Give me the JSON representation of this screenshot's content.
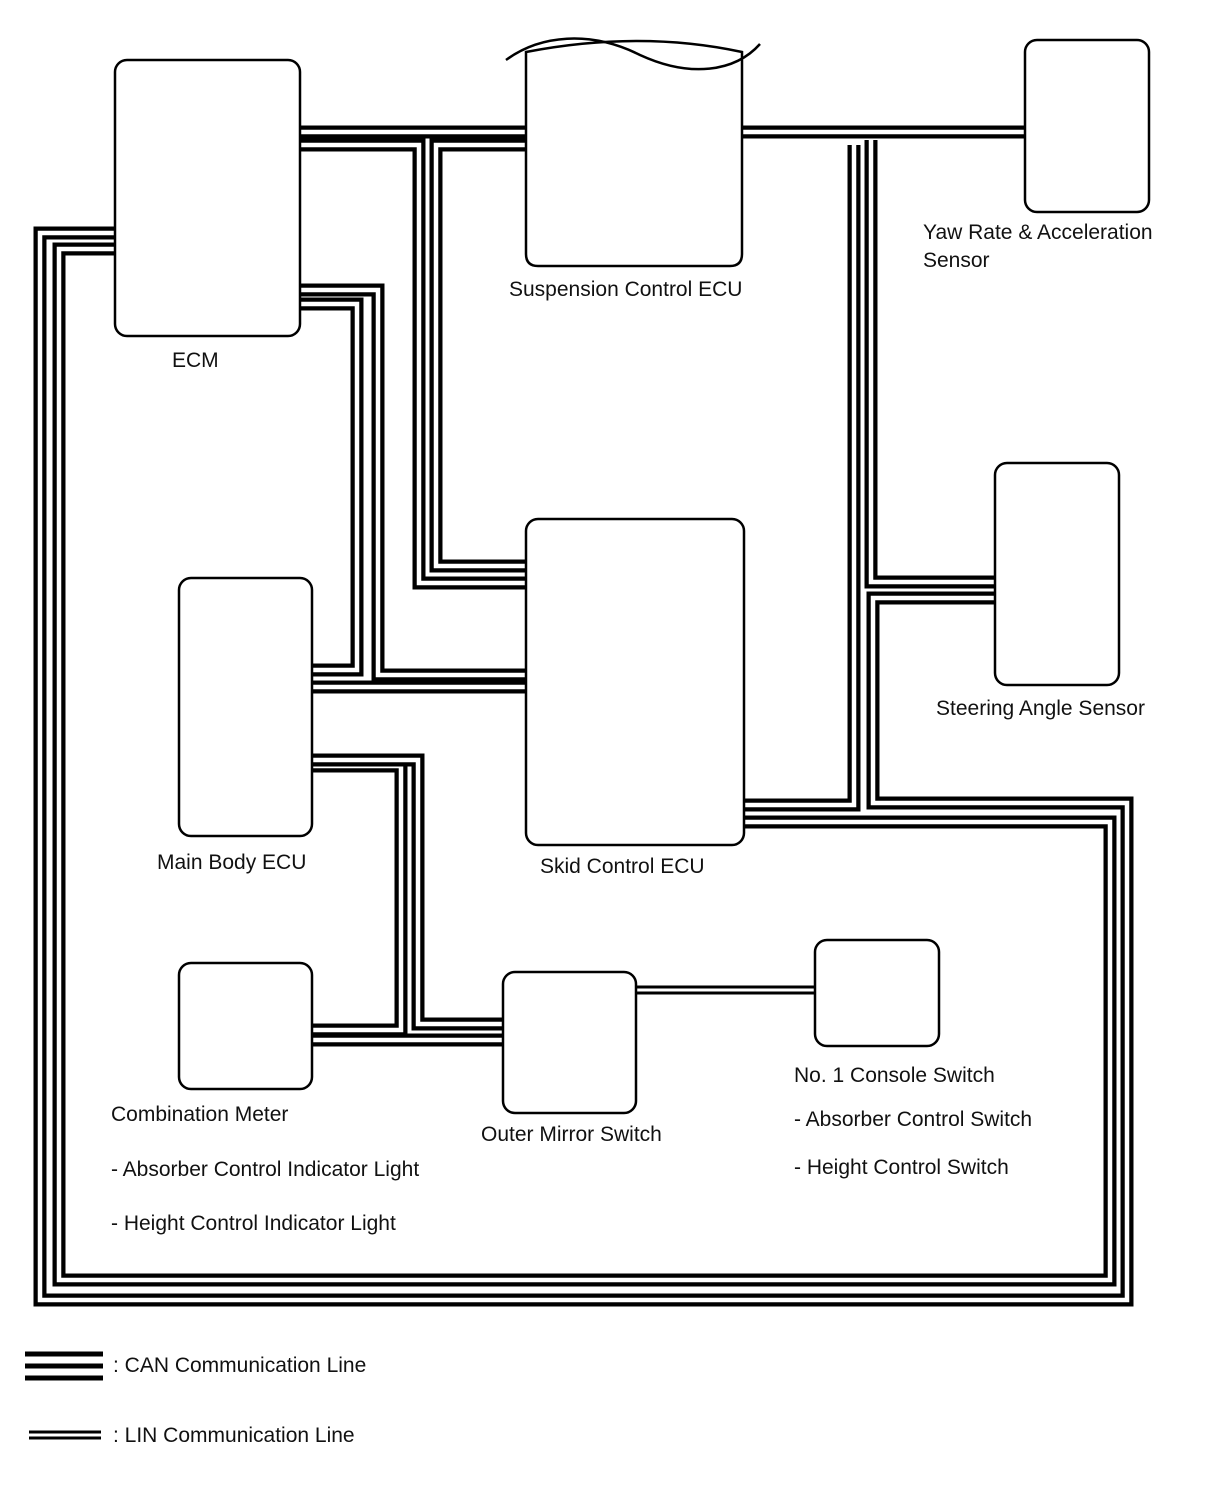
{
  "components": {
    "ecm": "ECM",
    "suspension": "Suspension Control ECU",
    "yaw_line1": "Yaw Rate & Acceleration",
    "yaw_line2": "Sensor",
    "steering": "Steering Angle Sensor",
    "main_body": "Main Body ECU",
    "skid": "Skid Control ECU",
    "combination_meter": "Combination Meter",
    "combination_items": [
      "- Absorber Control Indicator Light",
      "- Height Control Indicator Light"
    ],
    "outer_mirror": "Outer Mirror Switch",
    "console_switch": "No. 1 Console Switch",
    "console_items": [
      "- Absorber Control Switch",
      "- Height Control Switch"
    ]
  },
  "legend": {
    "can": ": CAN Communication Line",
    "lin": ": LIN Communication Line"
  }
}
